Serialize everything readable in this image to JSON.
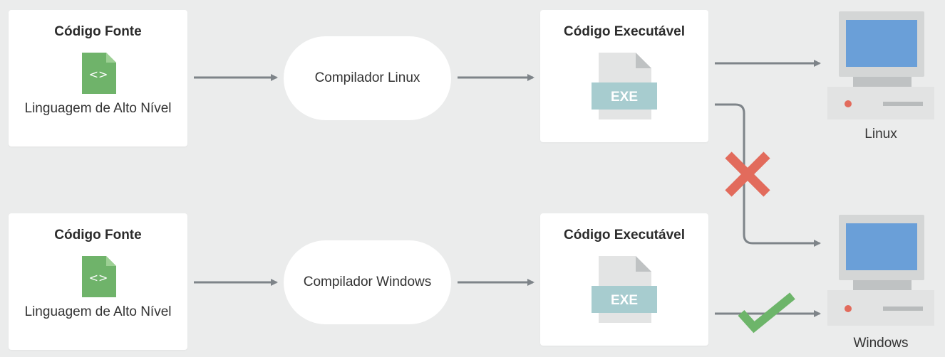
{
  "rows": [
    {
      "source": {
        "title": "Código Fonte",
        "subtitle": "Linguagem de Alto Nível",
        "icon": "source-code-file-icon"
      },
      "compiler": {
        "label": "Compilador Linux"
      },
      "executable": {
        "title": "Código Executável",
        "badge": "EXE",
        "icon": "exe-file-icon"
      }
    },
    {
      "source": {
        "title": "Código Fonte",
        "subtitle": "Linguagem de Alto Nível",
        "icon": "source-code-file-icon"
      },
      "compiler": {
        "label": "Compilador Windows"
      },
      "executable": {
        "title": "Código Executável",
        "badge": "EXE",
        "icon": "exe-file-icon"
      }
    }
  ],
  "targets": [
    {
      "label": "Linux",
      "icon": "computer-icon"
    },
    {
      "label": "Windows",
      "icon": "computer-icon"
    }
  ],
  "status": {
    "cross": {
      "icon": "x-mark-icon",
      "color": "#e26b5c"
    },
    "check": {
      "icon": "check-mark-icon",
      "color": "#6db56a"
    }
  },
  "colors": {
    "background": "#ebecec",
    "arrow": "#7e8489",
    "code_file": "#6fb36a",
    "exe_band": "#a7cccf",
    "screen": "#6a9fd8"
  }
}
